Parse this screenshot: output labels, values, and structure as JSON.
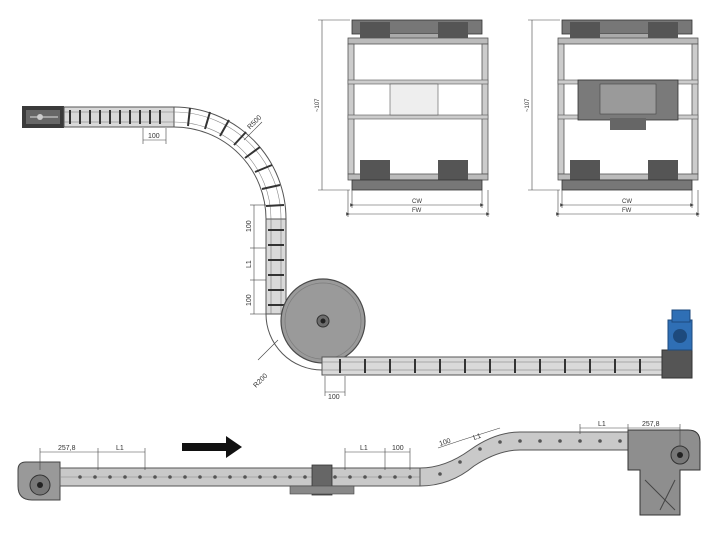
{
  "plan_view": {
    "dimensions": {
      "radius_top": "R500",
      "radius_bottom": "R200",
      "top_straight": "100",
      "vertical_upper": "100",
      "vertical_l1": "L1",
      "vertical_lower": "100",
      "bottom_straight": "100"
    }
  },
  "section_left": {
    "height_label": "~107",
    "cw_label": "CW",
    "fw_label": "FW"
  },
  "section_right": {
    "height_label": "~107",
    "cw_label": "CW",
    "fw_label": "FW"
  },
  "side_view": {
    "dimensions": {
      "left_257": "257,8",
      "left_l1": "L1",
      "mid_l1": "L1",
      "mid_100": "100",
      "incline_100": "100",
      "incline_l1": "L1",
      "right_l1": "L1",
      "right_257": "257,8"
    }
  },
  "colors": {
    "frame": "#8a8a8a",
    "frame_dark": "#4a4a4a",
    "wheel": "#9a9a9a",
    "motor": "#2f6fb5",
    "arrow": "#111111"
  }
}
